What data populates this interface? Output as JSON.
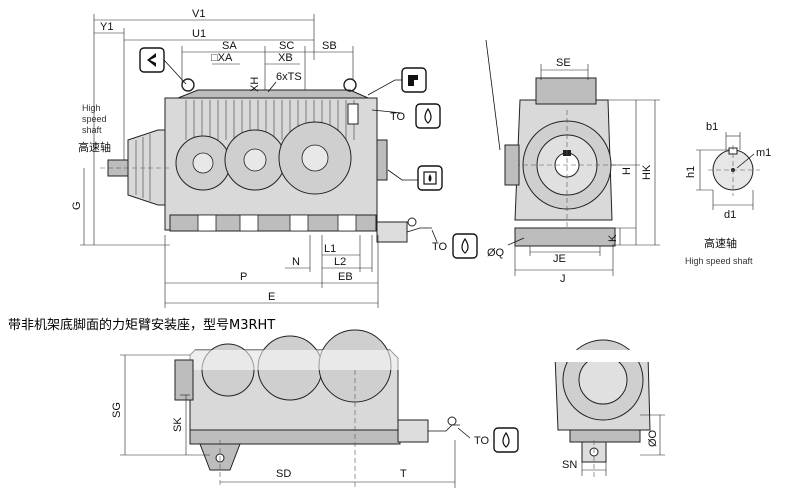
{
  "labels": {
    "v1": "V1",
    "y1": "Y1",
    "u1": "U1",
    "sa": "SA",
    "sc": "SC",
    "sb": "SB",
    "xa": "□XA",
    "xb": "XB",
    "xh": "XH",
    "ts": "6xTS",
    "to1": "TO",
    "to2": "TO",
    "to3": "TO",
    "se": "SE",
    "h": "H",
    "hk": "HK",
    "k": "K",
    "g": "G",
    "n": "N",
    "l1": "L1",
    "l2": "L2",
    "p": "P",
    "eb": "EB",
    "e": "E",
    "oq": "ØQ",
    "je": "JE",
    "j": "J",
    "b1": "b1",
    "h1": "h1",
    "m1": "m1",
    "d1": "d1",
    "sg": "SG",
    "sk": "SK",
    "sd": "SD",
    "t": "T",
    "sn": "SN",
    "oo": "ØO"
  },
  "high_speed_en_1": "High",
  "high_speed_en_2": "speed",
  "high_speed_en_3": "shaft",
  "high_speed_cn": "高速轴",
  "shaft_detail_cn": "高速轴",
  "shaft_detail_en": "High speed shaft",
  "caption": "带非机架底脚面的力矩臂安装座，型号M3RHT"
}
